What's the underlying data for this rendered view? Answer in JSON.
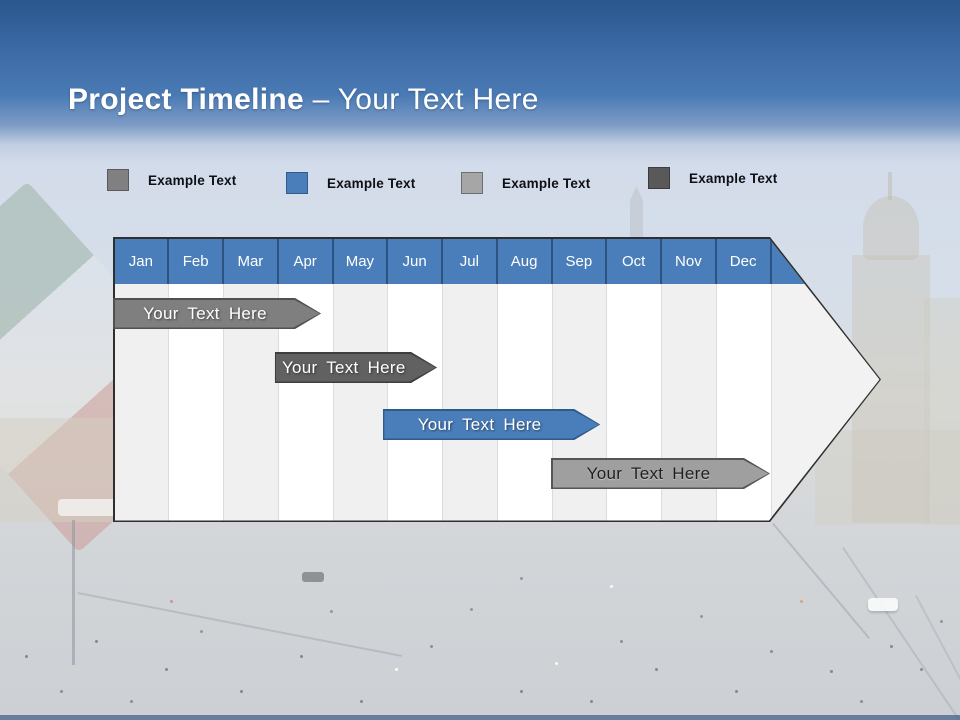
{
  "slide": {
    "title": {
      "main": "Project Timeline",
      "suffix": "– Your Text Here"
    }
  },
  "legend": {
    "items": [
      {
        "label": "Example Text",
        "color": "#808080",
        "border": "#5a5a5a"
      },
      {
        "label": "Example Text",
        "color": "#4a7ebb",
        "border": "#33598c"
      },
      {
        "label": "Example Text",
        "color": "#a6a6a6",
        "border": "#6f6f6f"
      },
      {
        "label": "Example Text",
        "color": "#595959",
        "border": "#3c3c3c"
      }
    ]
  },
  "timeline": {
    "type": "gantt-arrow-timeline",
    "months": [
      "Jan",
      "Feb",
      "Mar",
      "Apr",
      "May",
      "Jun",
      "Jul",
      "Aug",
      "Sep",
      "Oct",
      "Nov",
      "Dec"
    ],
    "header_color": "#4a7ebb",
    "header_divider_color": "#2e5280",
    "bars": [
      {
        "label": "Your Text Here",
        "start_month": 0,
        "end_month": 3.8,
        "lane": 0,
        "color": "#7f7f7f",
        "border": "#505050",
        "text_color": "#ffffff"
      },
      {
        "label": "Your Text Here",
        "start_month": 2.95,
        "end_month": 5.92,
        "lane": 1,
        "color": "#616161",
        "border": "#3e3e3e",
        "text_color": "#ffffff"
      },
      {
        "label": "Your Text Here",
        "start_month": 4.93,
        "end_month": 8.9,
        "lane": 2,
        "color": "#4a7ebb",
        "border": "#305a8a",
        "text_color": "#ffffff"
      },
      {
        "label": "Your Text Here",
        "start_month": 8.0,
        "end_month": 12.0,
        "lane": 3,
        "color": "#9f9f9f",
        "border": "#555555",
        "text_color": "#1f1f1f"
      }
    ]
  }
}
